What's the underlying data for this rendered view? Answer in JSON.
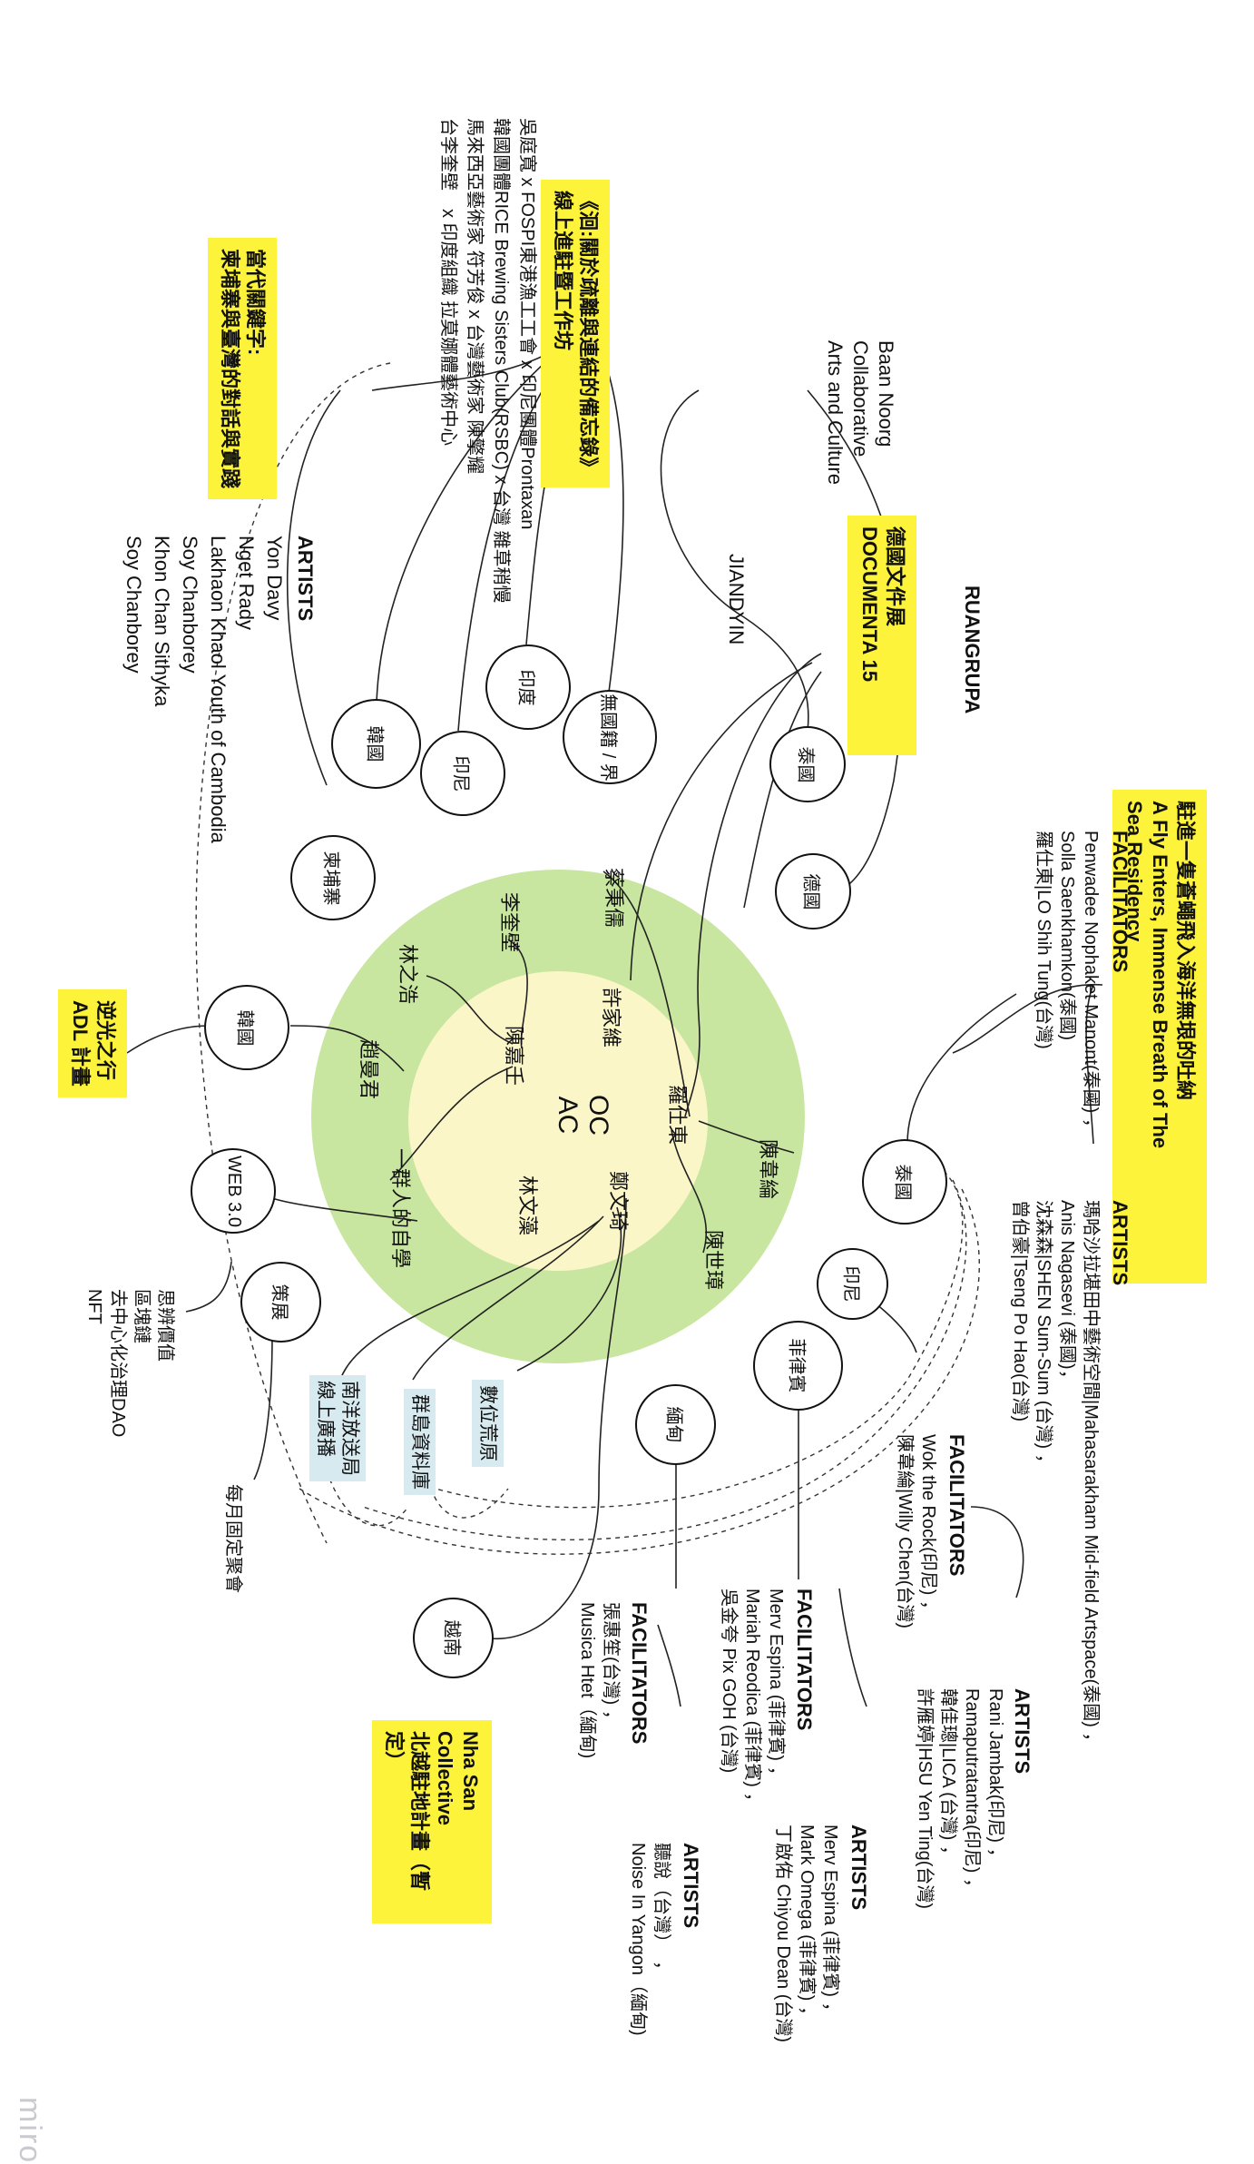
{
  "center": {
    "line1": "OC",
    "line2": "AC"
  },
  "inner_names": [
    "陳嘉壬",
    "許家維",
    "羅仕東",
    "鄭文琦",
    "林文藻"
  ],
  "ring_names": [
    "蔡秉儒",
    "李奎壁",
    "林之浩",
    "趙曼君",
    "陳韋綸",
    "陳世璋",
    "一群人的自學"
  ],
  "nodes": {
    "thailand_top": "泰國",
    "germany": "德國",
    "cambodia": "柬埔寨",
    "korea_top": "韓國",
    "indonesia_top": "印尼",
    "india": "印度",
    "stateless": "無國籍 / 界",
    "korea_left": "韓國",
    "web3": "WEB 3.0",
    "curation": "策展",
    "thailand_right": "泰國",
    "indonesia_right": "印尼",
    "philippines": "菲律賓",
    "myanmar": "緬甸",
    "vietnam": "越南"
  },
  "yellow_notes": {
    "dongang": "《洄:關於疏離與連結的備忘錄》\n線上進駐暨工作坊",
    "cambodia_key": "當代關鍵字:\n柬埔寨與臺灣的對話與實踐",
    "documenta": "德國文件展\nDOCUMENTA 15",
    "adl": "逆光之行\nADL 計畫",
    "residency": "駐進一隻蒼蠅飛入海洋無垠的吐納\nA Fly Enters, Immense Breath of The\nSea Residency",
    "nhasan": "Nha San\nCollective\n北越駐地計畫（暫\n定）"
  },
  "blue_notes": {
    "digital": "數位荒原",
    "archipelago": "群島資料庫",
    "radio": "南洋放送局\n線上廣播"
  },
  "texts": {
    "baan_noorg": "Baan Noorg\nCollaborative\nArts and Culture",
    "ruangrupa": "RUANGRUPA",
    "jiandyin": "JIANDYIN",
    "dongang_participants": "吳庭寬 x FOSPI東港漁工工會 x 印尼團體Prontaxan\n韓國團體RICE Brewing Sisters Club(RSBC) x 台灣 雜草稍慢\n馬來西亞藝術家 符芳俊 x 台灣藝術家 陳擎耀\n台李奎壁　x 印度組織 拉莫娜體藝術中心",
    "cambodia_artists_title": "ARTISTS",
    "cambodia_artists": "Yon Davy\nNget Rady\nLakhaon Khaol Youth of Cambodia\nSoy Chanborey\nKhon Chan Sithyka\nSoy Chanborey",
    "web3_sub": "思辨價值\n區塊鏈\n去中心化治理DAO\nNFT",
    "monthly": "每月固定聚會",
    "residency_fac_title": "FACILITATORS",
    "residency_fac": "Penwadee Nophaket Manont(泰國) ，\nSolla Saenkhamkon(泰國)\n羅仕東|LO Shih Tung(台灣)",
    "residency_art_title": "ARTISTS",
    "residency_art": "瑪哈沙拉堪田中藝術空間|Mahasarakham Mid-field Artspace(泰國) ，\nAnis Nagasevi (泰國)，\n沈森森|SHEN Sum-Sum (台灣) ，\n曾伯豪|Tseng Po Hao(台灣)",
    "indo_fac_title": "FACILITATORS",
    "indo_fac": "Wok the Rock(印尼) ，\n陳韋綸|Willy Chen(台灣)",
    "indo_art_title": "ARTISTS",
    "indo_art": "Rani Jambak(印尼) ，\nRamaputratantra(印尼) ，\n韓佳璁|LICA (台灣) ，\n許雁婷|HSU Yen Ting(台灣)",
    "phil_fac_title": "FACILITATORS",
    "phil_fac": "Merv Espina (菲律賓) ，\nMariah Reodica (菲律賓) ，\n吳金夸 Pix GOH (台灣)",
    "phil_art_title": "ARTISTS",
    "phil_art": "Merv Espina (菲律賓) ，\nMark Omega (菲律賓) ，\n丁啟佑 Chiyou Dean (台灣)",
    "myan_fac_title": "FACILITATORS",
    "myan_fac": "張惠笙(台灣) ，\nMusica Htet（緬甸)",
    "myan_art_title": "ARTISTS",
    "myan_art": "聽說（台灣）　，\nNoise In Yangon（緬甸)"
  },
  "watermark": "miro",
  "colors": {
    "outer_ring": "#c8e6a0",
    "inner_ring": "#fbf6c8",
    "sticky_yellow": "#fcf33a",
    "sticky_blue": "#d7eaf0"
  }
}
